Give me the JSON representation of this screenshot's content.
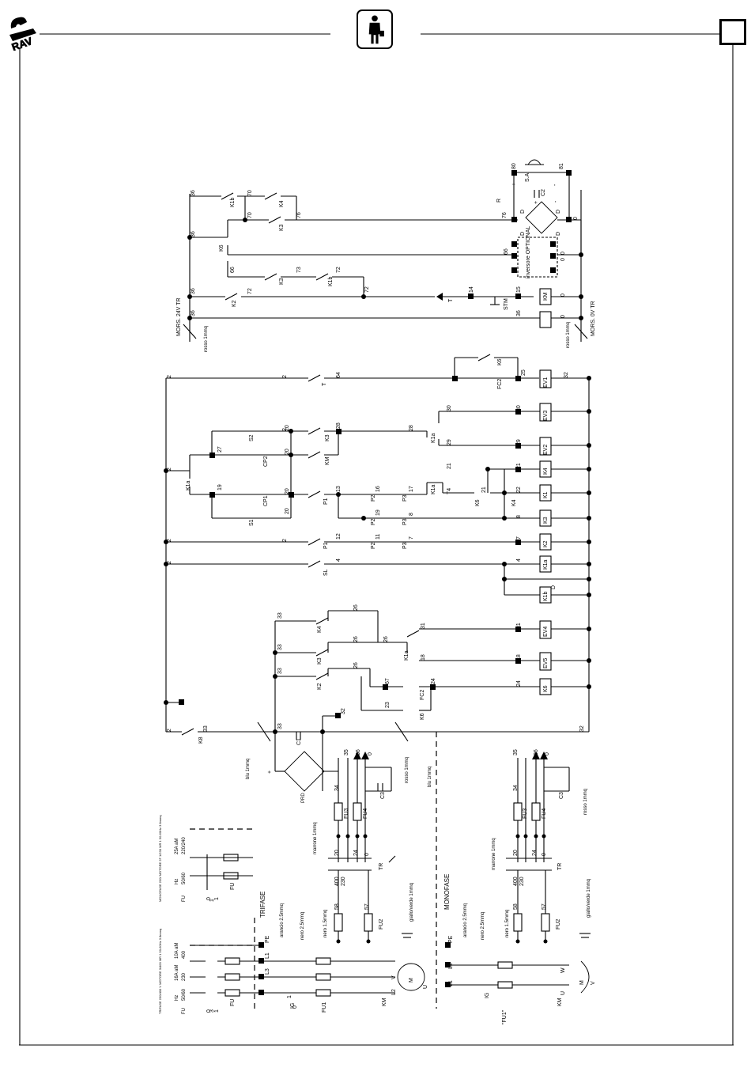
{
  "header": {
    "logo_icon": "brand-logo-icon",
    "operator_icon": "operator-manual-icon",
    "page_box_icon": "page-number-box"
  },
  "top_section": {
    "labels_left": [
      "MORS. 24V TR",
      "rosso 1mmq"
    ],
    "labels_right": [
      "MORS. 0V TR",
      "rosso 1mmq"
    ],
    "components": [
      "K1b",
      "K4",
      "K3",
      "K6",
      "K3",
      "K1b",
      "K2",
      "T",
      "STM",
      "KM",
      "R",
      "C2",
      "S.A.",
      "D",
      "D",
      "D",
      "D",
      "inversore OPTIONAL"
    ],
    "wires": [
      "36",
      "36",
      "36",
      "36",
      "70",
      "70",
      "76",
      "76",
      "66",
      "66",
      "73",
      "72",
      "72",
      "72",
      "14",
      "15",
      "36",
      "80",
      "81",
      "0",
      "0",
      "0",
      "0",
      "0",
      "+",
      "-",
      "+",
      "-"
    ]
  },
  "middle_section": {
    "relays": [
      "EV1",
      "EV3",
      "EV2",
      "K4",
      "K1",
      "K3",
      "K2",
      "K1a",
      "K1b",
      "EV4",
      "EV5",
      "K6"
    ],
    "switches": [
      "T",
      "FC2",
      "K6",
      "S2",
      "CP2",
      "K3",
      "KM",
      "K1a",
      "K1a",
      "S1",
      "CP1",
      "P1",
      "P2",
      "P3",
      "K1a",
      "T4",
      "K6",
      "K4",
      "P2",
      "P3",
      "P1",
      "P2",
      "P3",
      "SL",
      "D",
      "K4",
      "K3",
      "K2",
      "K1a",
      "FC2",
      "K6",
      "K8",
      "C1"
    ],
    "wires": [
      "2",
      "2",
      "2",
      "2",
      "2",
      "2",
      "2",
      "64",
      "25",
      "30",
      "30",
      "28",
      "28",
      "29",
      "29",
      "20",
      "20",
      "20",
      "20",
      "27",
      "19",
      "13",
      "16",
      "17",
      "21",
      "21",
      "21",
      "22",
      "19",
      "8",
      "8",
      "12",
      "11",
      "7",
      "7",
      "4",
      "4",
      "32",
      "33",
      "33",
      "33",
      "33",
      "26",
      "26",
      "26",
      "26",
      "31",
      "31",
      "18",
      "18",
      "67",
      "24",
      "24",
      "23",
      "32",
      "32",
      "2",
      "33"
    ]
  },
  "power_section": {
    "left_title": "TRIFASE",
    "right_title": "MONOFASE",
    "left_table_caption": "TRIFASE 230/400 V MOTORE 3/400 MR 1 50-60Hz 3 8mmq",
    "right_table_caption": "MONOFASE 230/ MOTORE 2F 1/230 MR 1 50-60Hz 3 8mmq",
    "table_left": [
      [
        "FU",
        "50/60",
        "230",
        "400"
      ],
      [
        "",
        "Hz",
        "16A aM",
        "10A aM"
      ]
    ],
    "table_right": [
      [
        "FU",
        "50/60",
        "220/240"
      ],
      [
        "",
        "Hz",
        "25A aM"
      ]
    ],
    "labels": [
      "PRD",
      "blu 1mmq",
      "blu 1mmq",
      "rosso 1mmq",
      "rosso 1mmq",
      "marrone 1mmq",
      "marrone 1mmq",
      "giallo/verde 1mmq",
      "giallo/verde 1mmq",
      "arancio 2.5mmq",
      "arancio 2.5mmq",
      "nero 2.5mmq",
      "nero 2.5mmq",
      "nero 1.5mmq",
      "nero 1.5mmq"
    ],
    "components": [
      "C3",
      "C3",
      "FU3",
      "FU3",
      "FU4",
      "FU4",
      "TR",
      "TR",
      "FU2",
      "FU2",
      "FU1",
      "\"FU1\"",
      "IG",
      "IG",
      "KM",
      "KM",
      "M",
      "M",
      "FU",
      "FU",
      "PE",
      "PE",
      "L1",
      "L2",
      "L3",
      "L1",
      "L2",
      "U",
      "V",
      "W",
      "U",
      "V",
      "3",
      "1"
    ],
    "wires": [
      "35",
      "36",
      "0",
      "34",
      "35",
      "36",
      "0",
      "34",
      "20",
      "24",
      "0",
      "400",
      "230",
      "20",
      "24",
      "0",
      "400",
      "230",
      "58",
      "57",
      "58",
      "57",
      "+",
      "-",
      "0",
      "1",
      "0",
      "1",
      "0",
      "1"
    ]
  }
}
